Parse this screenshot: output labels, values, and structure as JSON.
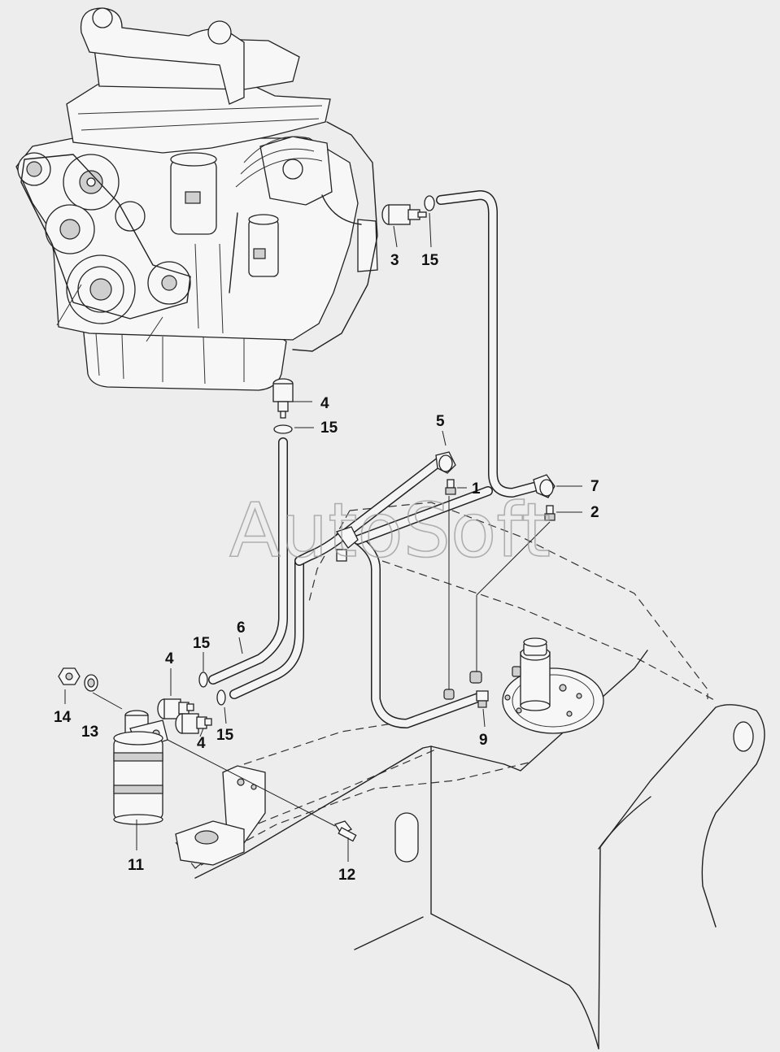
{
  "watermark": "AutoSoft",
  "part_labels": [
    {
      "id": "p3",
      "text": "3"
    },
    {
      "id": "p15a",
      "text": "15"
    },
    {
      "id": "p4a",
      "text": "4"
    },
    {
      "id": "p15b",
      "text": "15"
    },
    {
      "id": "p5",
      "text": "5"
    },
    {
      "id": "p1",
      "text": "1"
    },
    {
      "id": "p7",
      "text": "7"
    },
    {
      "id": "p2",
      "text": "2"
    },
    {
      "id": "p6",
      "text": "6"
    },
    {
      "id": "p15c",
      "text": "15"
    },
    {
      "id": "p4b",
      "text": "4"
    },
    {
      "id": "p14",
      "text": "14"
    },
    {
      "id": "p13",
      "text": "13"
    },
    {
      "id": "p4c",
      "text": "4"
    },
    {
      "id": "p15d",
      "text": "15"
    },
    {
      "id": "p9",
      "text": "9"
    },
    {
      "id": "p11",
      "text": "11"
    },
    {
      "id": "p12",
      "text": "12"
    }
  ]
}
